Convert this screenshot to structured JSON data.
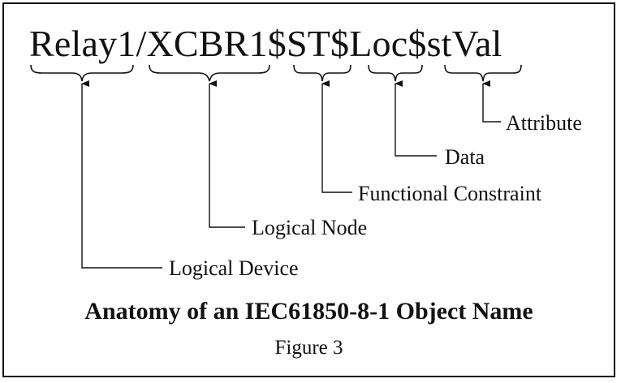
{
  "object_name": {
    "logical_device": "Relay1",
    "sep1": "/",
    "logical_node": "XCBR1",
    "sep2": "$",
    "functional_constraint": "ST",
    "sep3": "$",
    "data": "Loc",
    "sep4": "$",
    "attribute": "stVal"
  },
  "labels": {
    "attribute": "Attribute",
    "data": "Data",
    "functional_constraint": "Functional Constraint",
    "logical_node": "Logical Node",
    "logical_device": "Logical Device"
  },
  "caption": {
    "title": "Anatomy of an IEC61850-8-1 Object Name",
    "figure": "Figure 3"
  }
}
